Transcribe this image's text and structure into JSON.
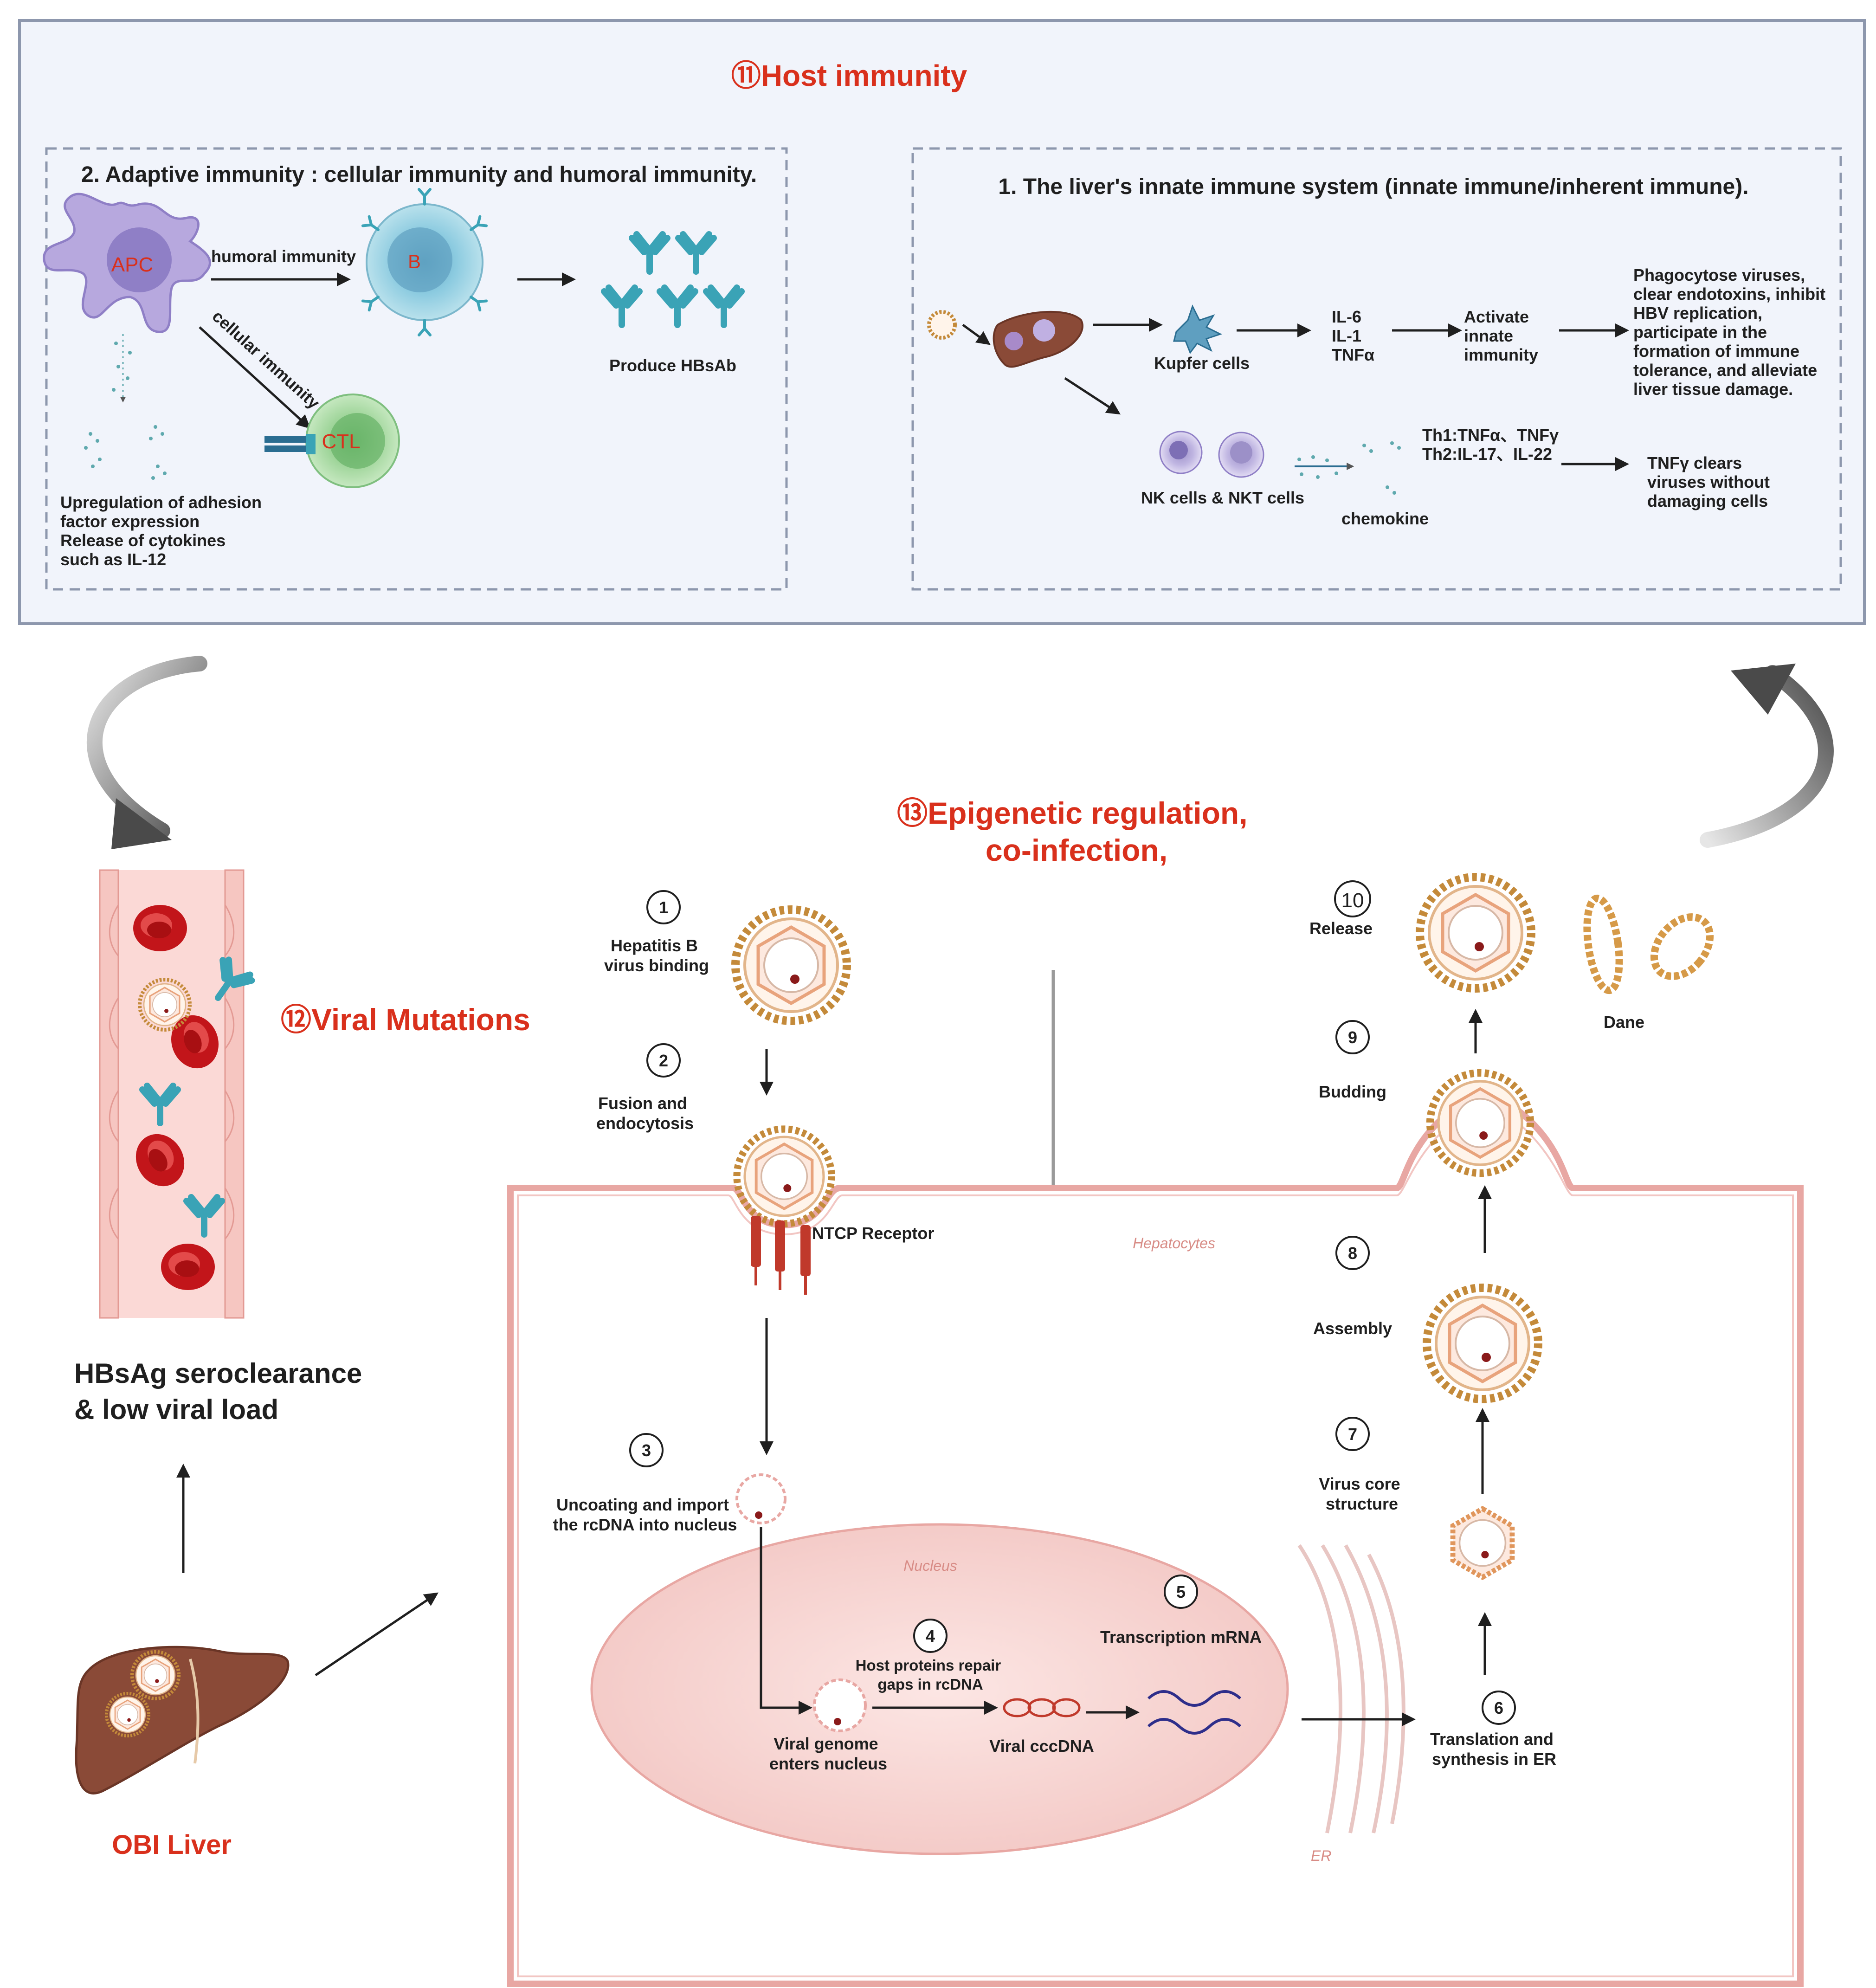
{
  "host_immunity": {
    "title": "⑪Host immunity",
    "adaptive": {
      "title": "2. Adaptive immunity : cellular immunity and humoral immunity.",
      "apc_label": "APC",
      "b_label": "B",
      "ctl_label": "CTL",
      "humoral_label": "humoral immunity",
      "cellular_label": "cellular immunity",
      "produce_label": "Produce HBsAb",
      "upregulation_lines": [
        "Upregulation of adhesion",
        "factor expression",
        "Release of cytokines",
        "such as IL-12"
      ]
    },
    "innate": {
      "title": "1. The liver's innate immune system  (innate immune/inherent immune).",
      "kupfer_label": "Kupfer cells",
      "cytokines": [
        "IL-6",
        "IL-1",
        "TNFα"
      ],
      "activate_lines": [
        "Activate",
        "innate",
        "immunity"
      ],
      "phagocytose_lines": [
        "Phagocytose viruses,",
        "clear endotoxins, inhibit",
        "HBV replication,",
        "participate in the",
        "formation of immune",
        "tolerance, and alleviate",
        "liver tissue damage."
      ],
      "nk_label": "NK cells & NKT cells",
      "chemokine_label": "chemokine",
      "th_lines": [
        "Th1:TNFα、TNFγ",
        "Th2:IL-17、IL-22"
      ],
      "tnf_lines": [
        "TNFγ clears",
        "viruses without",
        "damaging cells"
      ]
    }
  },
  "viral_mutations": "⑫Viral Mutations",
  "epigenetic_lines": [
    "⑬Epigenetic regulation,",
    "co-infection,"
  ],
  "hbsag_lines": [
    "HBsAg seroclearance",
    "& low viral load"
  ],
  "obi_liver": "OBI Liver",
  "hepatocytes_label": "Hepatocytes",
  "nucleus_label": "Nucleus",
  "er_label": "ER",
  "ntcp_label": "NTCP Receptor",
  "dane_label": "Dane",
  "viral_cccdna_label": "Viral cccDNA",
  "steps": [
    {
      "num": "1",
      "lines": [
        "Hepatitis B",
        "virus binding"
      ]
    },
    {
      "num": "2",
      "lines": [
        "Fusion and",
        "endocytosis"
      ]
    },
    {
      "num": "3",
      "lines": [
        "Uncoating and import",
        "the rcDNA into nucleus"
      ]
    },
    {
      "num": "4",
      "lines": [
        "Host proteins repair",
        "gaps in rcDNA"
      ]
    },
    {
      "num": "5",
      "lines": [
        "Transcription mRNA"
      ]
    },
    {
      "num": "6",
      "lines": [
        "Translation and",
        "synthesis in ER"
      ]
    },
    {
      "num": "7",
      "lines": [
        "Virus core",
        "structure"
      ]
    },
    {
      "num": "8",
      "lines": [
        "Assembly"
      ]
    },
    {
      "num": "9",
      "lines": [
        "Budding"
      ]
    },
    {
      "num": "10",
      "lines": [
        "Release"
      ]
    }
  ],
  "viral_genome_lines": [
    "Viral genome",
    "enters nucleus"
  ],
  "colors": {
    "title_red": "#d9301c",
    "panel_bg": "#f1f4fb",
    "panel_border": "#8d97ad",
    "cell_border": "#e8a7a3",
    "nucleus_fill": "#f7d8d6",
    "antibody": "#3aa3b6",
    "rbc": "#c0171b",
    "liver": "#8a4a37",
    "apc": "#b3a3d9",
    "ctl": "#a8d8a0"
  }
}
